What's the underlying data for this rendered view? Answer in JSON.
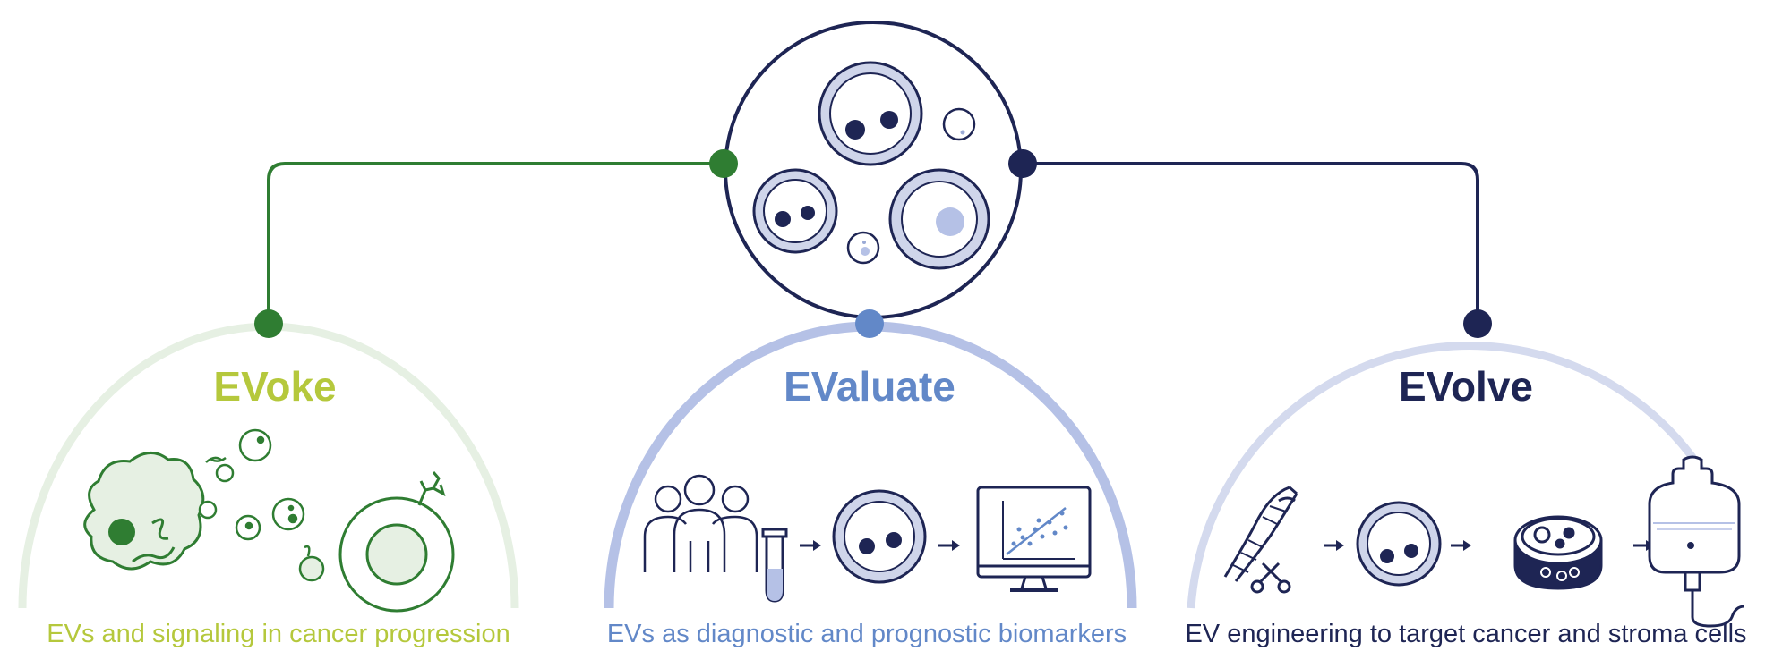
{
  "colors": {
    "evoke": "#2f7d32",
    "evoke_title": "#b5c83c",
    "evoke_arc": "#e6f0e3",
    "evaluate": "#6288c8",
    "evaluate_arc": "#b5c1e6",
    "evolve": "#1e2554",
    "evolve_arc": "#d4daee",
    "ev_fill": "#cfd5ea"
  },
  "sections": {
    "evoke": {
      "title": "EVoke",
      "caption": "EVs and signaling in cancer progression"
    },
    "evaluate": {
      "title": "EValuate",
      "caption": "EVs as diagnostic and prognostic biomarkers"
    },
    "evolve": {
      "title": "EVolve",
      "caption": "EV engineering to target cancer and stroma cells"
    }
  },
  "icons": {
    "center": "extracellular-vesicles-icon",
    "evoke": [
      "cancer-cell-icon",
      "vesicles-icon",
      "immune-cell-icon"
    ],
    "evaluate": [
      "patients-icon",
      "sample-tube-icon",
      "vesicle-icon",
      "monitor-chart-icon"
    ],
    "evolve": [
      "dna-scissors-icon",
      "vesicle-icon",
      "petri-dish-icon",
      "iv-bag-icon"
    ]
  }
}
